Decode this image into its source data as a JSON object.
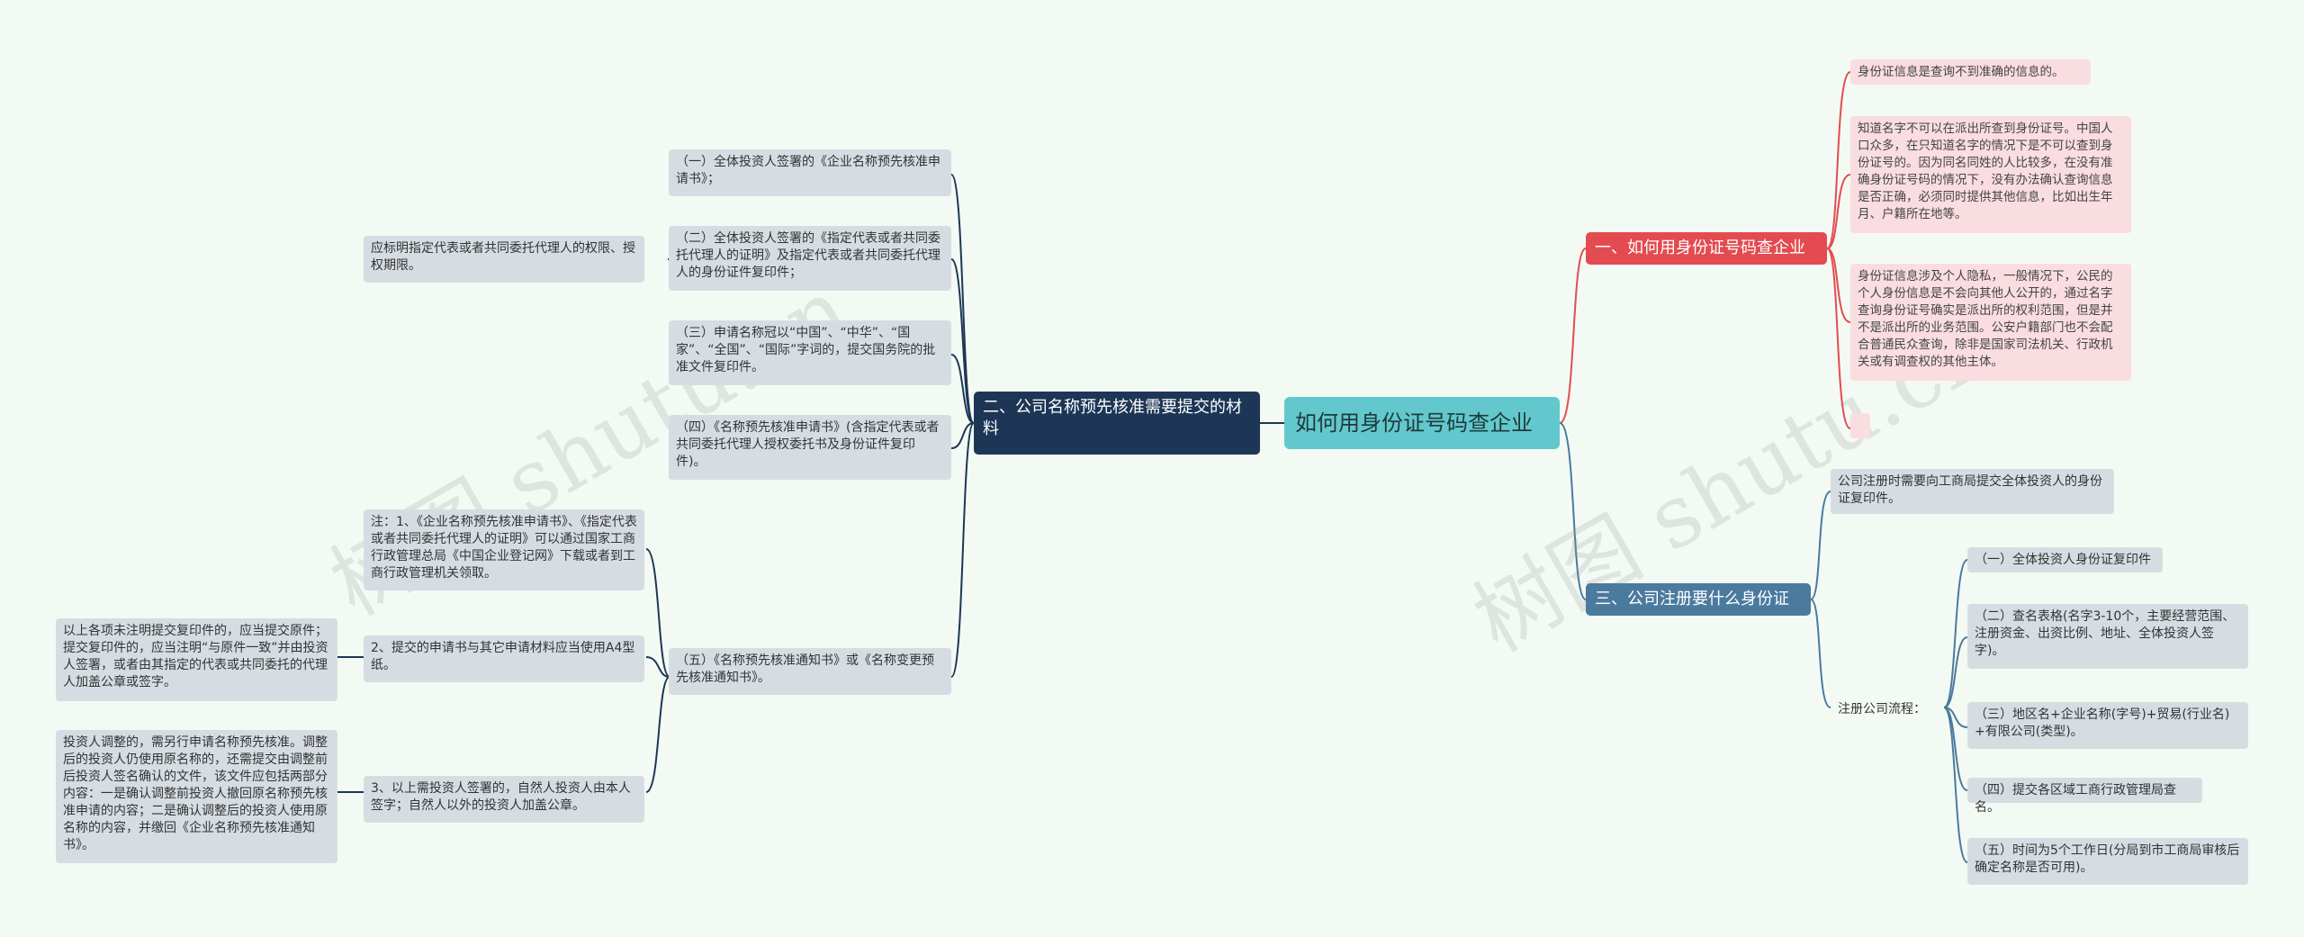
{
  "root": {
    "label": "如何用身份证号码查企业"
  },
  "watermark": "树图 shutu.cn",
  "colors": {
    "root": "#62c8cd",
    "branch_material": "#1e3656",
    "branch_query": "#e34b50",
    "branch_register": "#4b7a9f",
    "leaf": "#d6dde2",
    "leaf_pink": "#f9dde1"
  },
  "branch_query": {
    "label": "一、如何用身份证号码查企业",
    "items": [
      "身份证信息是查询不到准确的信息的。",
      "知道名字不可以在派出所查到身份证号。中国人口众多，在只知道名字的情况下是不可以查到身份证号的。因为同名同姓的人比较多，在没有准确身份证号码的情况下，没有办法确认查询信息是否正确，必须同时提供其他信息，比如出生年月、户籍所在地等。",
      "身份证信息涉及个人隐私，一般情况下，公民的个人身份信息是不会向其他人公开的，通过名字查询身份证号确实是派出所的权利范围，但是并不是派出所的业务范围。公安户籍部门也不会配合普通民众查询，除非是国家司法机关、行政机关或有调查权的其他主体。",
      ""
    ]
  },
  "branch_register": {
    "label": "三、公司注册要什么身份证",
    "note": "公司注册时需要向工商局提交全体投资人的身份证复印件。",
    "process_label": "注册公司流程：",
    "steps": [
      "（一）全体投资人身份证复印件",
      "（二）查名表格(名字3-10个，主要经营范围、注册资金、出资比例、地址、全体投资人签字)。",
      "（三）地区名+企业名称(字号)+贸易(行业名)+有限公司(类型)。",
      "（四）提交各区域工商行政管理局查名。",
      "（五）时间为5个工作日(分局到市工商局审核后确定名称是否可用)。"
    ]
  },
  "branch_material": {
    "label": "二、公司名称预先核准需要提交的材料",
    "items": [
      "（一）全体投资人签署的《企业名称预先核准申请书》；",
      "（二）全体投资人签署的《指定代表或者共同委托代理人的证明》及指定代表或者共同委托代理人的身份证件复印件；",
      "（三）申请名称冠以“中国”、“中华”、“国家”、“全国”、“国际”字词的，提交国务院的批准文件复印件。",
      "（四）《名称预先核准申请书》(含指定代表或者共同委托代理人授权委托书及身份证件复印件)。",
      "（五）《名称预先核准通知书》或《名称变更预先核准通知书》。"
    ],
    "item2_note": "应标明指定代表或者共同委托代理人的权限、授权期限。",
    "notes": [
      "注：1、《企业名称预先核准申请书》、《指定代表或者共同委托代理人的证明》可以通过国家工商行政管理总局《中国企业登记网》下载或者到工商行政管理机关领取。",
      "2、提交的申请书与其它申请材料应当使用A4型纸。",
      "3、以上需投资人签署的，自然人投资人由本人签字；自然人以外的投资人加盖公章。"
    ],
    "note2_detail": "以上各项未注明提交复印件的，应当提交原件；提交复印件的，应当注明“与原件一致”并由投资人签署，或者由其指定的代表或共同委托的代理人加盖公章或签字。",
    "note3_detail": "投资人调整的，需另行申请名称预先核准。调整后的投资人仍使用原名称的，还需提交由调整前后投资人签名确认的文件，该文件应包括两部分内容：一是确认调整前投资人撤回原名称预先核准申请的内容；二是确认调整后的投资人使用原名称的内容，并缴回《企业名称预先核准通知书》。"
  }
}
